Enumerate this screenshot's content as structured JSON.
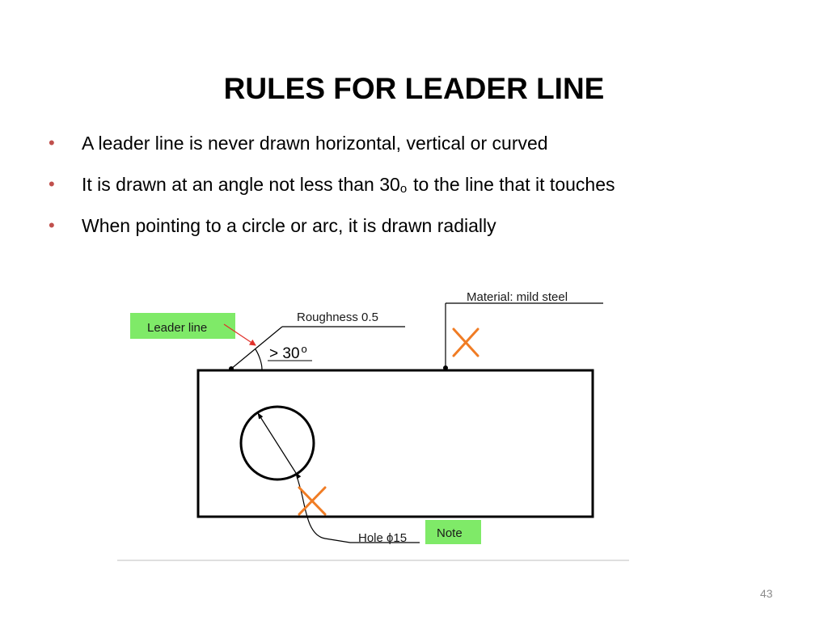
{
  "slide": {
    "title": "RULES FOR LEADER LINE",
    "bullet_marker": "•",
    "bullets": [
      {
        "text": "A leader line is never drawn horizontal, vertical or curved"
      },
      {
        "text_before": "It is drawn at an angle not less than 30",
        "superscript": "o",
        "text_after": "to the line that it touches"
      },
      {
        "text": "When pointing to a circle or arc, it is drawn radially"
      }
    ],
    "page_number": "43"
  },
  "diagram": {
    "labels": {
      "leader_line": "Leader line",
      "roughness": "Roughness 0.5",
      "angle": "> 30",
      "angle_superscript": "o",
      "material": "Material: mild steel",
      "hole": "Hole ϕ15",
      "note": "Note"
    },
    "colors": {
      "tag_fill": "#7fea68",
      "cross_mark": "#f07c24",
      "pointer_arrow": "#e0312b",
      "bullet_marker": "#c0504d",
      "rule": "#bfbfbf"
    }
  }
}
